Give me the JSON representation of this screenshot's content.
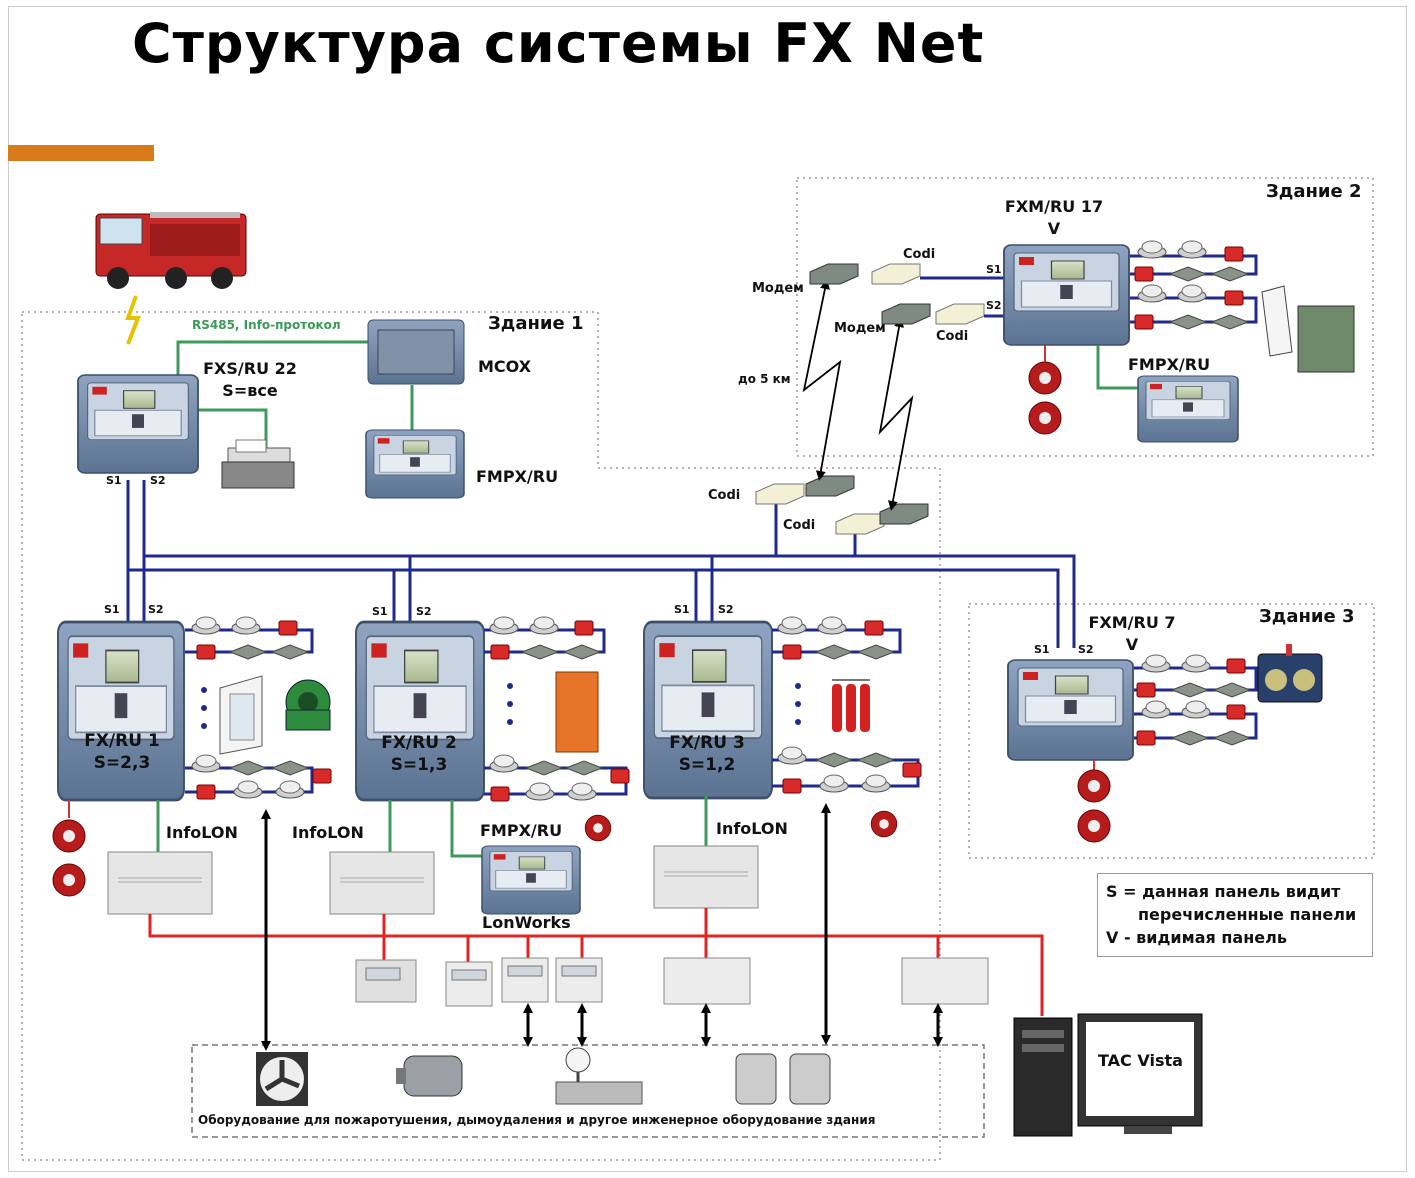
{
  "title": "Структура системы FX Net",
  "colors": {
    "accent": "#d97b1a",
    "bus": "#1f2a8c",
    "power": "#e02424",
    "infolon": "#3c9a5a"
  },
  "buildings": {
    "b1": "Здание 1",
    "b2": "Здание 2",
    "b3": "Здание 3"
  },
  "panels": {
    "fxs": {
      "name": "FXS/RU 22",
      "sub": "S=все"
    },
    "mcox": "MCOX",
    "fmpx_b1": "FMPX/RU",
    "fxm17": {
      "name": "FXM/RU 17",
      "sub": "V"
    },
    "fmpx_b2": "FMPX/RU",
    "fxm7": {
      "name": "FXM/RU 7",
      "sub": "V"
    },
    "fx1": {
      "name": "FX/RU 1",
      "sub": "S=2,3"
    },
    "fx2": {
      "name": "FX/RU 2",
      "sub": "S=1,3"
    },
    "fx3": {
      "name": "FX/RU 3",
      "sub": "S=1,2"
    },
    "fmpx_mid": "FMPX/RU"
  },
  "comm": {
    "rs485": "RS485, Info-протокол",
    "modem1": "Модем",
    "modem2": "Модем",
    "codi_top1": "Codi",
    "codi_top2": "Codi",
    "codi_mid1": "Codi",
    "codi_mid2": "Codi",
    "distance": "до 5 км"
  },
  "ports": {
    "s1": "S1",
    "s2": "S2"
  },
  "infolon": [
    "InfoLON",
    "InfoLON",
    "InfoLON"
  ],
  "lonworks": "LonWorks",
  "tac": "TAC Vista",
  "equipment_caption": "Оборудование для пожаротушения, дымоудаления и другое инженерное оборудование здания",
  "legend": {
    "line1": "S = данная панель видит",
    "line2": "перечисленные панели",
    "line3": "V -  видимая панель"
  }
}
